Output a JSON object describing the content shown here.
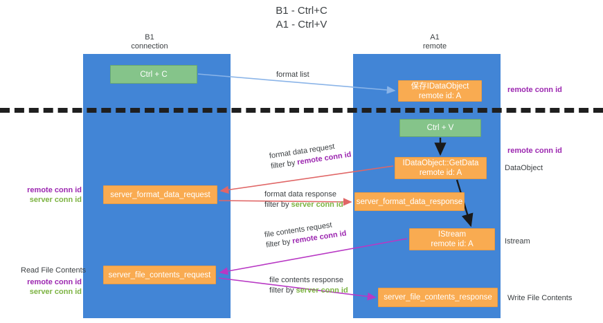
{
  "title": {
    "line1": "B1 - Ctrl+C",
    "line2": "A1 - Ctrl+V"
  },
  "columns": [
    {
      "name": "B1",
      "role": "connection"
    },
    {
      "name": "A1",
      "role": "remote"
    }
  ],
  "nodes": [
    {
      "id": "ctrl-c",
      "label": "Ctrl + C",
      "sub": "",
      "color": "#85c48a",
      "lane": "B1"
    },
    {
      "id": "idataobject",
      "label": "保存IDataObject",
      "sub": "remote id: A",
      "color": "#f9ab51",
      "lane": "A1"
    },
    {
      "id": "ctrl-v",
      "label": "Ctrl + V",
      "sub": "",
      "color": "#85c48a",
      "lane": "A1"
    },
    {
      "id": "getdata",
      "label": "IDataObject::GetData",
      "sub": "remote id: A",
      "color": "#f9ab51",
      "lane": "A1"
    },
    {
      "id": "format-data-request",
      "label": "server_format_data_request",
      "sub": "",
      "color": "#f9ab51",
      "lane": "B1"
    },
    {
      "id": "format-data-response",
      "label": "server_format_data_response",
      "sub": "",
      "color": "#f9ab51",
      "lane": "A1"
    },
    {
      "id": "istream",
      "label": "IStream",
      "sub": "remote id: A",
      "color": "#f9ab51",
      "lane": "A1"
    },
    {
      "id": "file-contents-request",
      "label": "server_file_contents_request",
      "sub": "",
      "color": "#f9ab51",
      "lane": "B1"
    },
    {
      "id": "file-contents-response",
      "label": "server_file_contents_response",
      "sub": "",
      "color": "#f9ab51",
      "lane": "A1"
    }
  ],
  "edges": [
    {
      "id": "format-list",
      "label": "format list",
      "filter_prefix": "",
      "filter_key": "",
      "color": "#8ab4e8"
    },
    {
      "id": "format-data-request",
      "label": "format data request",
      "filter_prefix": "filter by ",
      "filter_key": "remote conn id",
      "color": "#e06666"
    },
    {
      "id": "format-data-response",
      "label": "format data response",
      "filter_prefix": "filter by ",
      "filter_key": "server conn id",
      "color": "#e06666"
    },
    {
      "id": "file-contents-request",
      "label": "file contents request",
      "filter_prefix": "filter by ",
      "filter_key": "remote conn id",
      "color": "#b838c4"
    },
    {
      "id": "file-contents-response",
      "label": "file contents response",
      "filter_prefix": "filter by ",
      "filter_key": "server conn id",
      "color": "#b838c4"
    }
  ],
  "annotations": {
    "right_top": "remote conn id",
    "right_mid": "remote conn id",
    "dataobject": "DataObject",
    "istream": "Istream",
    "write_file_contents": "Write File Contents",
    "read_file_contents": "Read File Contents",
    "left_remote": "remote conn id",
    "left_server": "server conn id",
    "left_low_remote": "remote conn id",
    "left_low_server": "server conn id"
  },
  "colors": {
    "lane": "#4285d6",
    "green_node": "#85c48a",
    "orange_node": "#f9ab51",
    "remote_conn_id": "#9c27b0",
    "server_conn_id": "#7cb342",
    "divider": "#1f1f1f"
  }
}
